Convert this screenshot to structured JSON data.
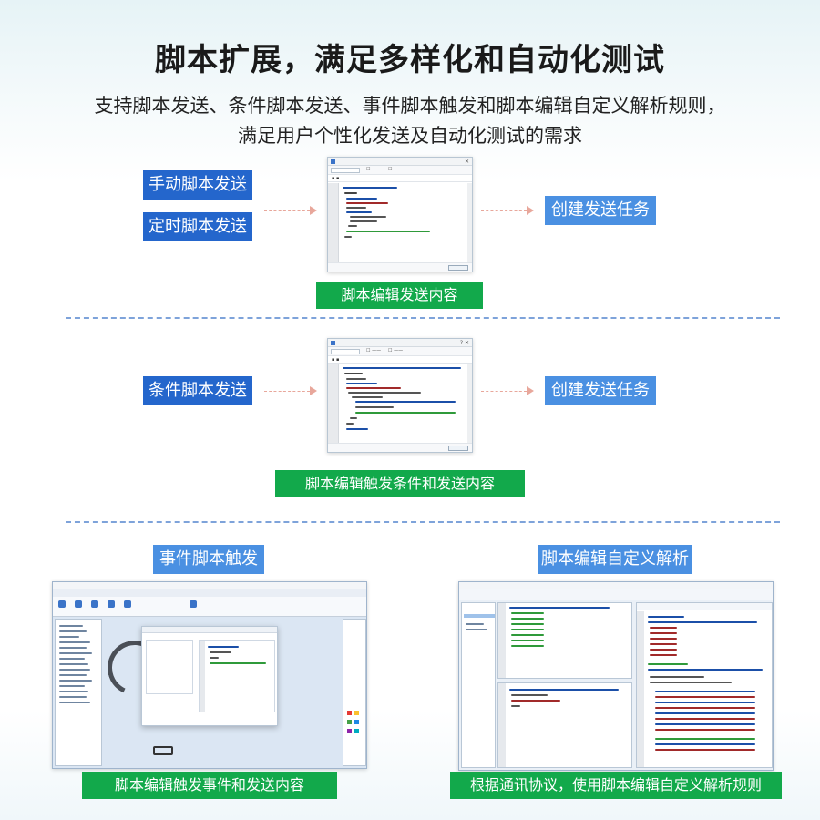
{
  "headline": "脚本扩展，满足多样化和自动化测试",
  "subtitle": {
    "line1": "支持脚本发送、条件脚本发送、事件脚本触发和脚本编辑自定义解析规则，",
    "line2": "满足用户个性化发送及自动化测试的需求"
  },
  "section1": {
    "label_manual": "手动脚本发送",
    "label_timed": "定时脚本发送",
    "target": "创建发送任务",
    "caption": "脚本编辑发送内容"
  },
  "section2": {
    "label_condition": "条件脚本发送",
    "target": "创建发送任务",
    "caption": "脚本编辑触发条件和发送内容"
  },
  "section3": {
    "label_event": "事件脚本触发",
    "caption_event": "脚本编辑触发事件和发送内容",
    "label_parse": "脚本编辑自定义解析",
    "caption_parse": "根据通讯协议，使用脚本编辑自定义解析规则"
  },
  "colors": {
    "label_blue": "#2466cc",
    "label_light_blue": "#4a90e2",
    "caption_green": "#12a94b",
    "divider": "#7ea3da",
    "arrow": "#e8a79b"
  }
}
